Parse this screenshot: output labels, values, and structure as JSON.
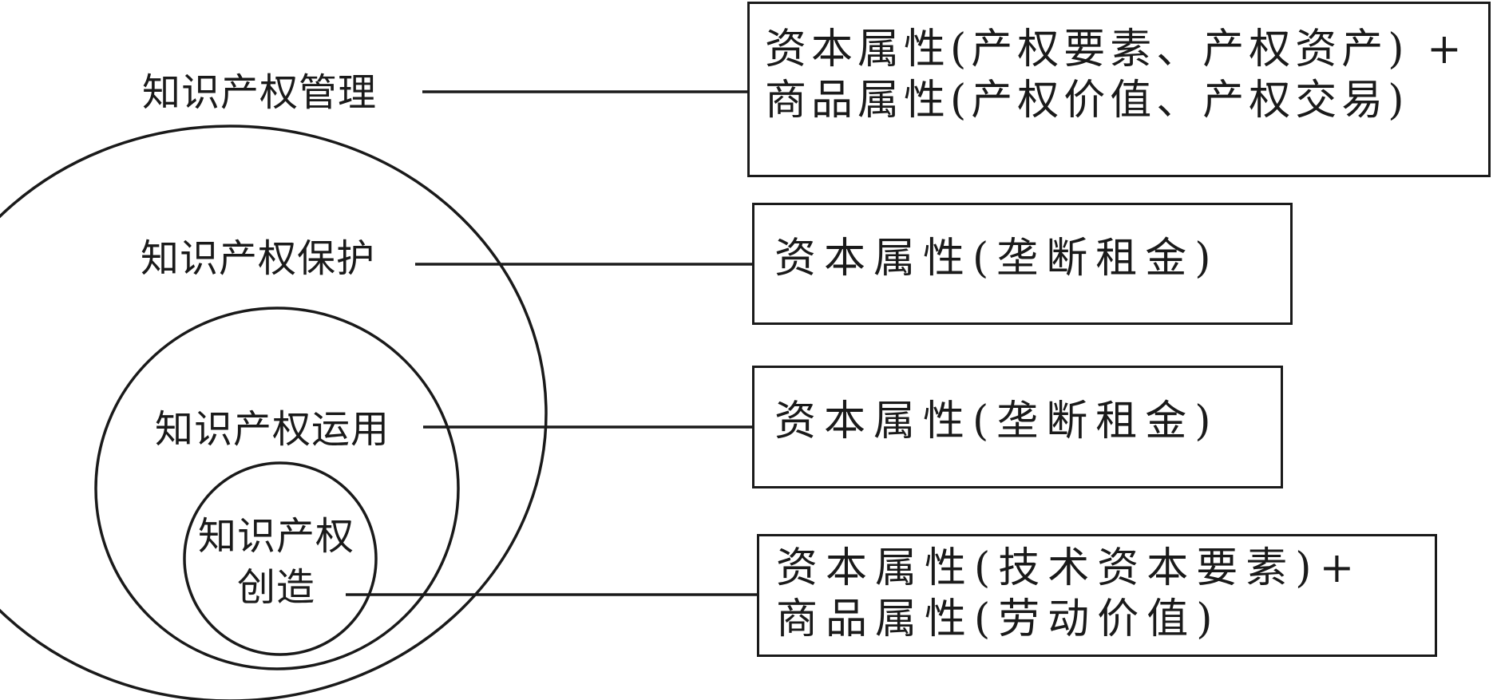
{
  "stages": {
    "management": "知识产权管理",
    "protection": "知识产权保护",
    "application": "知识产权运用",
    "creation": [
      "知识产权",
      "创造"
    ]
  },
  "attributes": {
    "management": [
      "资本属性(产权要素、产权资产) +",
      "商品属性(产权价值、产权交易)"
    ],
    "protection": [
      "资本属性(垄断租金)"
    ],
    "application": [
      "资本属性(垄断租金)"
    ],
    "creation": [
      "资本属性(技术资本要素)+",
      "商品属性(劳动价值)"
    ]
  },
  "colors": {
    "stroke": "#1a1a1a",
    "background": "#ffffff"
  }
}
